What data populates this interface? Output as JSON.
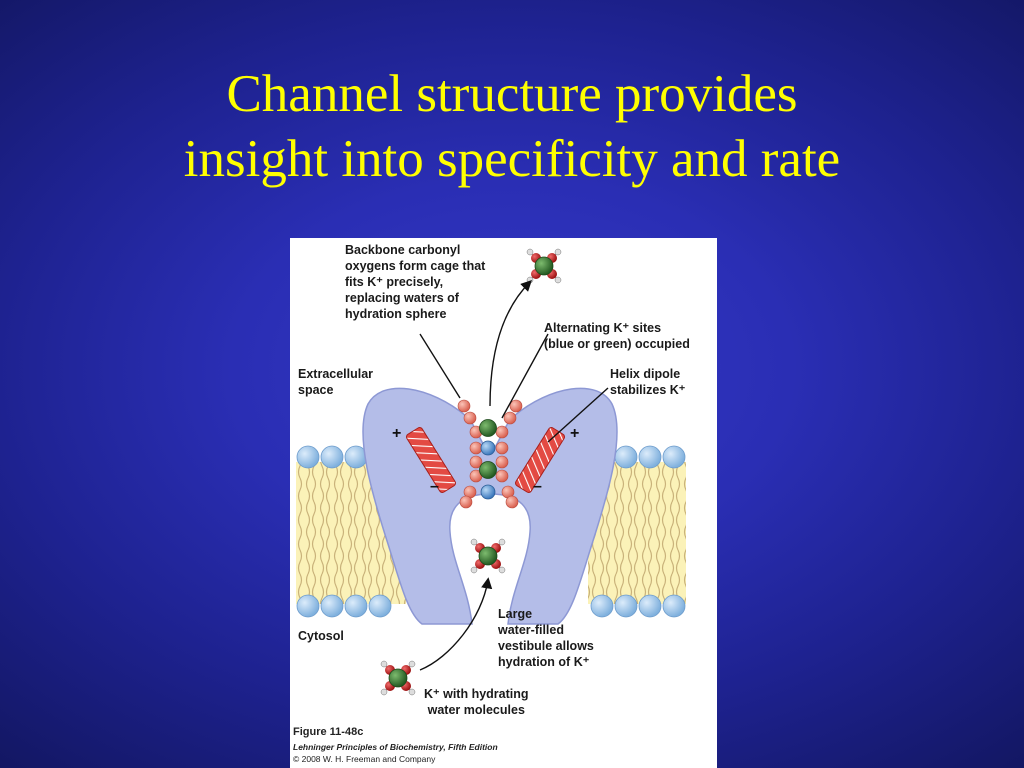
{
  "slide": {
    "title_lines": [
      "Channel structure provides",
      "insight into specificity and rate"
    ]
  },
  "figure": {
    "labels": {
      "carbonyl_cage": [
        "Backbone carbonyl",
        "oxygens form cage that",
        "fits K⁺ precisely,",
        "replacing waters of",
        "hydration sphere"
      ],
      "alternating_sites": [
        "Alternating K⁺ sites",
        "(blue or green) occupied"
      ],
      "extracellular": [
        "Extracellular",
        "space"
      ],
      "helix_dipole": [
        "Helix dipole",
        "stabilizes K⁺"
      ],
      "cytosol": "Cytosol",
      "vestibule": [
        "Large",
        "water-filled",
        "vestibule allows",
        "hydration of K⁺"
      ],
      "hydrated_k": [
        "K⁺ with hydrating",
        "water molecules"
      ]
    },
    "signs": {
      "plus": "+",
      "minus": "–"
    },
    "caption": {
      "figure_number": "Figure 11-48c",
      "book": "Lehninger Principles of Biochemistry, Fifth Edition",
      "copyright": "© 2008 W. H. Freeman and Company"
    },
    "colors": {
      "protein": "#b4bde8",
      "lipid_head": "#a7cbea",
      "membrane_core": "#fbf2b8",
      "helix": "#d9403c",
      "oxygen": "#ef8e7d",
      "k_green": "#3e7f3a",
      "k_blue": "#5f9bd6"
    }
  }
}
